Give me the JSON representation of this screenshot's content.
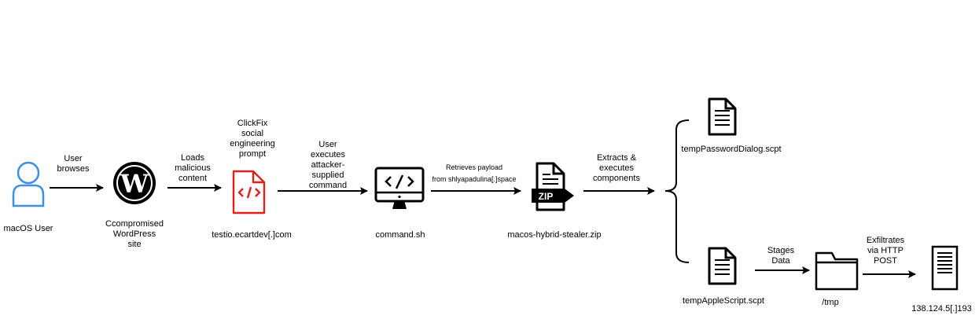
{
  "nodes": {
    "user": {
      "label": "macOS User",
      "icon": "user-icon"
    },
    "wordpress": {
      "label": "Ccompromised\nWordPress\nsite",
      "icon": "wordpress-icon"
    },
    "clickfix": {
      "label": "testio.ecartdev[.]com",
      "top_label": "ClickFix\nsocial\nengineering\nprompt",
      "icon": "code-file-icon"
    },
    "command": {
      "label": "command.sh",
      "icon": "monitor-code-icon"
    },
    "zip": {
      "label": "macos-hybrid-stealer.zip",
      "icon": "zip-file-icon"
    },
    "password_dialog": {
      "label": "tempPasswordDialog.scpt",
      "icon": "document-icon"
    },
    "applescript": {
      "label": "tempAppleScript.scpt",
      "icon": "document-icon"
    },
    "tmp": {
      "label": "/tmp",
      "icon": "folder-icon"
    },
    "server": {
      "label": "138.124.5[.]193",
      "icon": "server-icon"
    }
  },
  "edges": {
    "user_browses": "User\nbrowses",
    "loads_content": "Loads\nmalicious\ncontent",
    "user_executes": "User\nexecutes\nattacker-\nsupplied\ncommand",
    "retrieves_payload": "Retrieves payload\nfrom shlyapadulina[.]space",
    "extracts": "Extracts &\nexecutes\ncomponents",
    "stages": "Stages\nData",
    "exfiltrates": "Exfiltrates\nvia HTTP\nPOST"
  },
  "colors": {
    "user_icon": "#3d8fe0",
    "clickfix_icon": "#e0201b",
    "stroke": "#000000"
  }
}
